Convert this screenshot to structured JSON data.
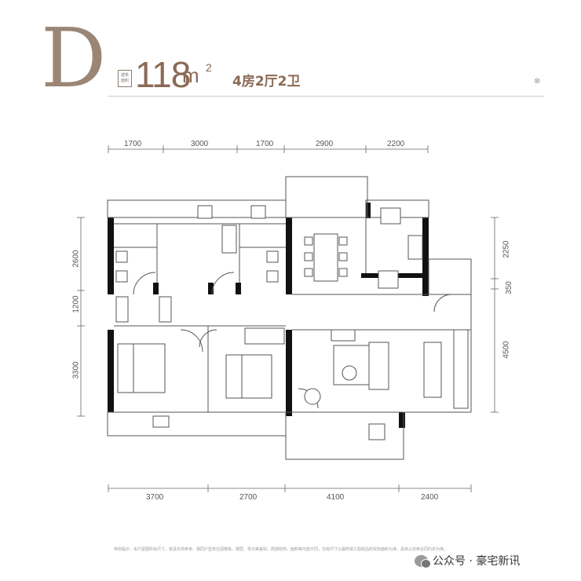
{
  "header": {
    "unit_type": "D",
    "area_badge": "建筑面积",
    "area_value": "118",
    "area_unit": "m",
    "area_sup": "2",
    "layout": "4房2厅2卫",
    "mark": "⊗"
  },
  "dimensions": {
    "top": [
      "1700",
      "3000",
      "1700",
      "2900",
      "2200"
    ],
    "bottom": [
      "3700",
      "2700",
      "4100",
      "2400"
    ],
    "left": [
      "2600",
      "1200",
      "3300"
    ],
    "right": [
      "2250",
      "350",
      "4500"
    ]
  },
  "footnote": "特别提示：本户型图所标尺寸，家具仅供参考。相同户型单位因楼栋、楼层、单元等差别，局部结构、面积等可能不同，交房尺寸以最终竣工验收后的实际面积为准，具体以买卖合同约定为准。",
  "watermark": {
    "text": "公众号 · 豪宅新讯"
  },
  "colors": {
    "brand": "#8b6a55",
    "wall": "#111111",
    "line": "#777777"
  }
}
